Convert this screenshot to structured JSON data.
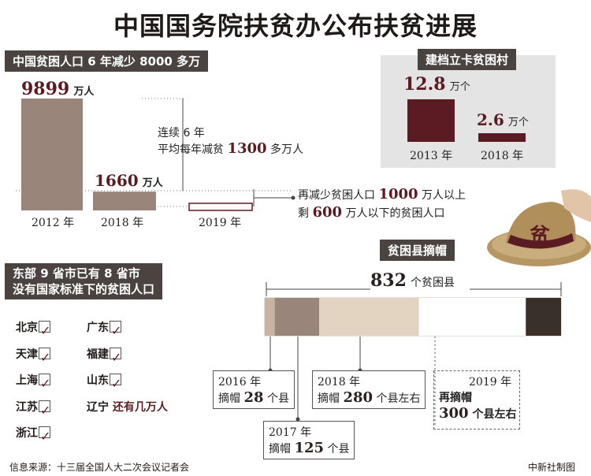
{
  "title": "中国国务院扶贫办公布扶贫进展",
  "section1": {
    "header": "中国贫困人口 6 年减少 8000 多万",
    "annotation_line1": "连续 6 年",
    "annotation_line2_prefix": "平均每年减贫",
    "annotation_line2_value": "1300",
    "annotation_line2_suffix": "多万人",
    "right_note_line1_prefix": "再减少贫困人口",
    "right_note_line1_value": "1000",
    "right_note_line1_suffix": "万人以上",
    "right_note_line2_prefix": "剩",
    "right_note_line2_value": "600",
    "right_note_line2_suffix": "万人以下的贫困人口"
  },
  "section2": {
    "header": "建档立卡贫困村"
  },
  "section3": {
    "header_line1": "东部 9 省市已有 8 省市",
    "header_line2": "没有国家标准下的贫困人口",
    "provinces_left": [
      "北京",
      "天津",
      "上海",
      "江苏",
      "浙江"
    ],
    "provinces_right": [
      "广东",
      "福建",
      "山东"
    ],
    "exception_name": "辽宁",
    "exception_note": "还有几万人"
  },
  "section4": {
    "header": "贫困县摘帽",
    "total_value": "832",
    "total_suffix": "个贫困县",
    "hat_char": "贫",
    "labels": [
      {
        "year": "2016 年",
        "prefix": "摘帽",
        "value": "28",
        "suffix": "个县"
      },
      {
        "year": "2017 年",
        "prefix": "摘帽",
        "value": "125",
        "suffix": "个县"
      },
      {
        "year": "2018 年",
        "prefix": "摘帽",
        "value": "280",
        "suffix": "个县左右"
      },
      {
        "year": "2019 年",
        "prefix": "再摘帽",
        "value": "300",
        "suffix": "个县左右"
      }
    ]
  },
  "footer": {
    "source": "信息来源：十三届全国人大二次会议记者会",
    "credit": "中新社制图"
  },
  "chart_data": [
    {
      "type": "bar",
      "categories": [
        "2012 年",
        "2018 年",
        "2019 年"
      ],
      "values": [
        9899,
        1660,
        600
      ],
      "value_labels": [
        "9899",
        "1660",
        ""
      ],
      "unit": "万人",
      "colors": [
        "#9a857a",
        "#9a857a",
        "#ffffff"
      ]
    },
    {
      "type": "bar",
      "categories": [
        "2013 年",
        "2018 年"
      ],
      "values": [
        12.8,
        2.6
      ],
      "value_labels": [
        "12.8",
        "2.6"
      ],
      "unit": "万个",
      "colors": [
        "#5a1b22",
        "#5a1b22"
      ]
    },
    {
      "type": "bar",
      "orientation": "stacked-horizontal",
      "total": 832,
      "series": [
        {
          "name": "2016 年",
          "value": 28,
          "color": "#c7b39f"
        },
        {
          "name": "2017 年",
          "value": 125,
          "color": "#9a857a"
        },
        {
          "name": "2018 年",
          "value": 280,
          "color": "#e3d3c1"
        },
        {
          "name": "2019 年",
          "value": 300,
          "color": "#ffffff"
        },
        {
          "name": "",
          "value": 99,
          "color": "#3a302a"
        }
      ]
    }
  ]
}
